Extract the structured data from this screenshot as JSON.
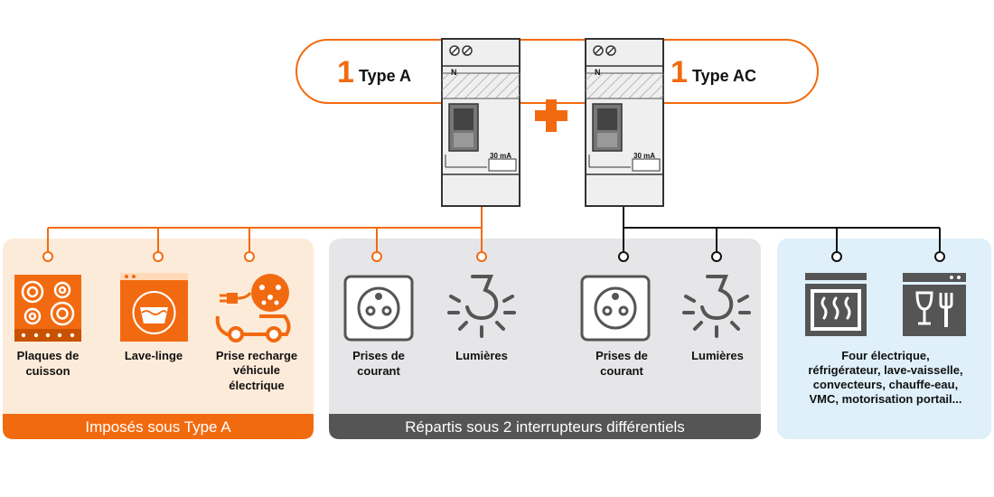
{
  "colors": {
    "orange": "#f26a10",
    "dark": "#111111",
    "grey_panel": "#e6e6e8",
    "peach_panel": "#fdebd9",
    "blue_panel": "#dff0fb",
    "footer_dark": "#555555"
  },
  "breakers": {
    "left": {
      "count": "1",
      "type": "Type A",
      "neutral": "N",
      "rating": "30 mA"
    },
    "right": {
      "count": "1",
      "type": "Type AC",
      "neutral": "N",
      "rating": "30 mA"
    },
    "plus": "+"
  },
  "panels": {
    "type_a": {
      "items": [
        {
          "icon": "cooktop-icon",
          "label": [
            "Plaques de",
            "cuisson"
          ]
        },
        {
          "icon": "washing-machine-icon",
          "label": [
            "Lave-linge"
          ]
        },
        {
          "icon": "ev-charger-icon",
          "label": [
            "Prise recharge",
            "véhicule",
            "électrique"
          ]
        }
      ],
      "footer": "Imposés sous Type A"
    },
    "shared": {
      "items": [
        {
          "icon": "socket-icon",
          "label": [
            "Prises de",
            "courant"
          ]
        },
        {
          "icon": "light-bulb-icon",
          "label": [
            "Lumières"
          ]
        },
        {
          "icon": "socket-icon",
          "label": [
            "Prises de",
            "courant"
          ]
        },
        {
          "icon": "light-bulb-icon",
          "label": [
            "Lumières"
          ]
        }
      ],
      "footer": "Répartis sous 2 interrupteurs différentiels"
    },
    "type_ac": {
      "items": [
        {
          "icon": "oven-icon"
        },
        {
          "icon": "dishwasher-icon"
        }
      ],
      "label": [
        "Four électrique,",
        "réfrigérateur, lave-vaisselle,",
        "convecteurs, chauffe-eau,",
        "VMC, motorisation portail..."
      ]
    }
  }
}
